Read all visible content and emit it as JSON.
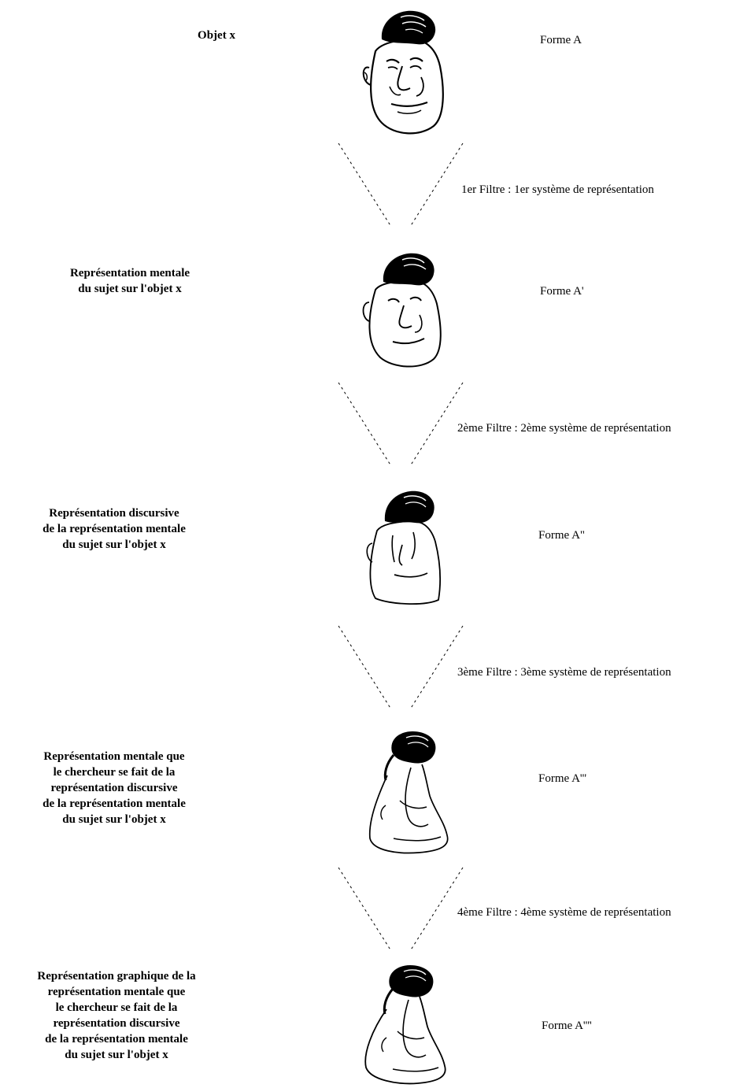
{
  "stages": [
    {
      "label": "Objet x",
      "forme": "Forme A"
    },
    {
      "label": "Représentation mentale\ndu sujet sur l'objet x",
      "forme": "Forme A'"
    },
    {
      "label": "Représentation discursive\nde la représentation mentale\ndu sujet sur l'objet x",
      "forme": "Forme A\""
    },
    {
      "label": "Représentation mentale que\nle chercheur se fait de la\nreprésentation discursive\nde la représentation mentale\ndu sujet sur l'objet x",
      "forme": "Forme A'''"
    },
    {
      "label": "Représentation graphique de la\nreprésentation mentale que\nle chercheur se fait de la\nreprésentation discursive\nde la représentation mentale\ndu sujet sur l'objet x",
      "forme": "Forme A''''"
    }
  ],
  "filters": [
    "1er Filtre : 1er système de représentation",
    "2ème Filtre : 2ème système de représentation",
    "3ème Filtre : 3ème système de représentation",
    "4ème Filtre : 4ème système de représentation"
  ]
}
